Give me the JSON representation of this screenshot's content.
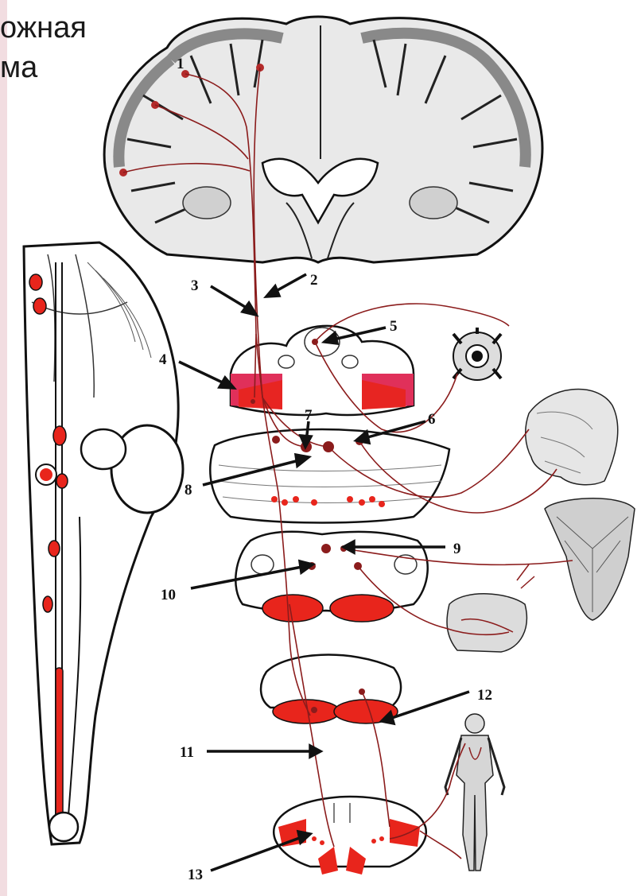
{
  "title": {
    "line1": "ожная",
    "line2": "ма"
  },
  "labels": [
    "1",
    "2",
    "3",
    "4",
    "5",
    "6",
    "7",
    "8",
    "9",
    "10",
    "11",
    "12",
    "13"
  ],
  "colors": {
    "pathway": "#8b1c1c",
    "nucleus_red": "#e8251c",
    "nucleus_pink": "#e0305a",
    "outline": "#111111",
    "left_bar": "#f2dde1"
  }
}
